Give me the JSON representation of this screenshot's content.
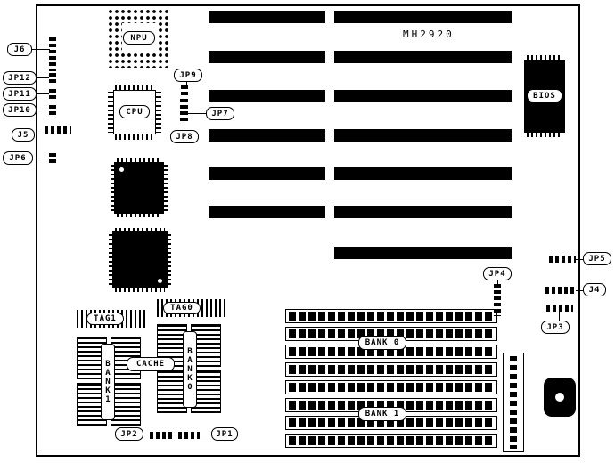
{
  "board": {
    "model": "MH2920"
  },
  "labels": {
    "j6": "J6",
    "jp12": "JP12",
    "jp11": "JP11",
    "jp10": "JP10",
    "j5": "J5",
    "jp6": "JP6",
    "npu": "NPU",
    "cpu": "CPU",
    "jp9": "JP9",
    "jp7": "JP7",
    "jp8": "JP8",
    "bios": "BIOS",
    "jp5": "JP5",
    "j4": "J4",
    "jp3": "JP3",
    "jp4": "JP4",
    "tag1": "TAG1",
    "tag0": "TAG0",
    "cache": "CACHE",
    "bank1_col": "BANK1",
    "bank0_col": "BANK0",
    "bank0_row": "BANK 0",
    "bank1_row": "BANK 1",
    "jp2": "JP2",
    "jp1": "JP1"
  },
  "colors": {
    "ink": "#000000",
    "paper": "#ffffff"
  }
}
